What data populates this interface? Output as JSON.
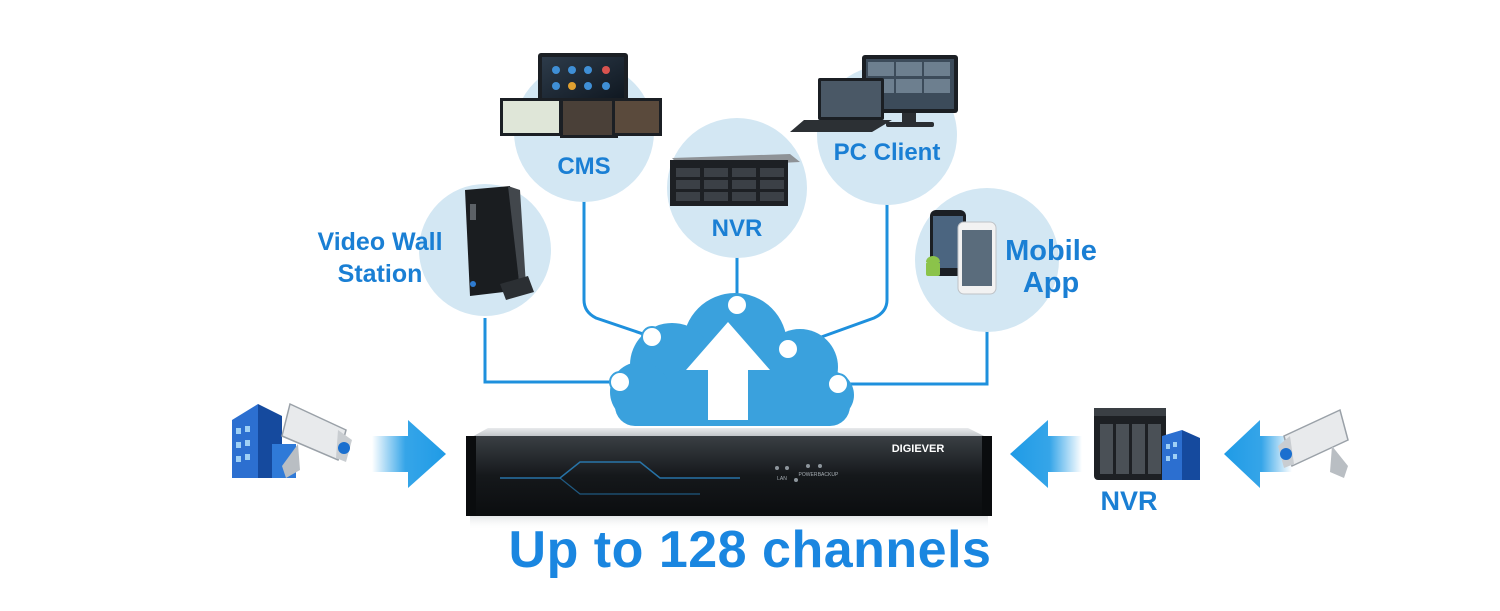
{
  "nodes": {
    "video_wall": {
      "label_line1": "Video Wall",
      "label_line2": "Station"
    },
    "cms": {
      "label": "CMS"
    },
    "nvr_top": {
      "label": "NVR"
    },
    "pc_client": {
      "label": "PC Client"
    },
    "mobile_app": {
      "label_line1": "Mobile",
      "label_line2": "App"
    },
    "nvr_right": {
      "label": "NVR"
    }
  },
  "device": {
    "brand": "DIGIEVER",
    "led_labels": [
      "LAN",
      "POWER",
      "BACKUP"
    ]
  },
  "headline": "Up to 128 channels",
  "colors": {
    "circle": "#d3e7f3",
    "line": "#1e90dd",
    "cloud": "#3aa1dd",
    "label": "#1a7fd4",
    "arrow": "#1f9be6"
  },
  "icons": [
    "building-camera-icon",
    "video-wall-pc-icon",
    "cms-monitors-icon",
    "nvr-rack-icon",
    "pc-client-icon",
    "mobile-app-icon",
    "cloud-upload-icon",
    "nas-nvr-icon",
    "camera-icon"
  ]
}
